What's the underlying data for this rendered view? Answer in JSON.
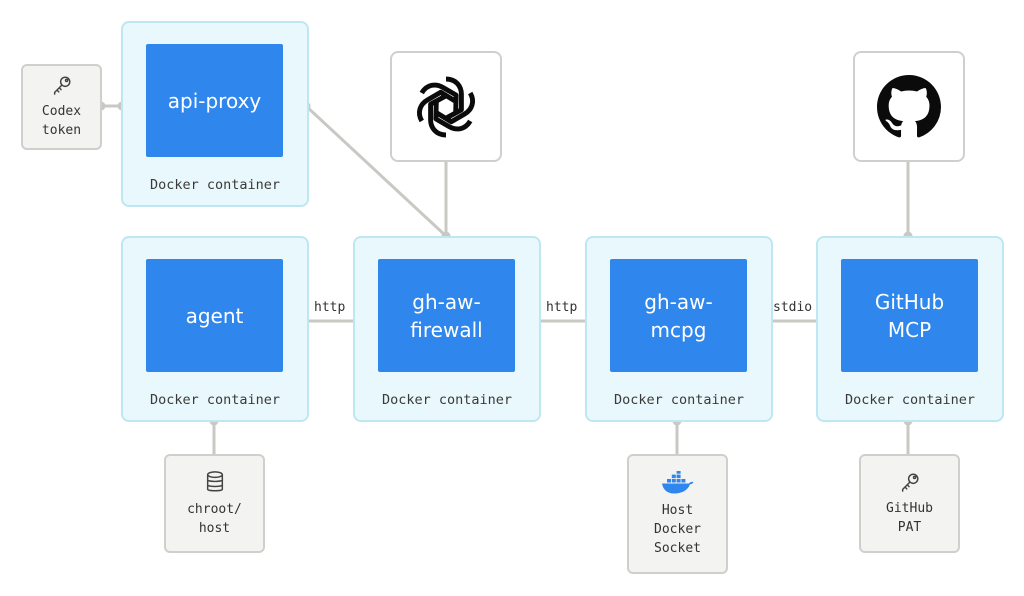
{
  "diagram": {
    "containers": {
      "api_proxy": {
        "title": "api-proxy",
        "caption": "Docker container"
      },
      "agent": {
        "title": "agent",
        "caption": "Docker container"
      },
      "firewall": {
        "title": "gh-aw-\nfirewall",
        "caption": "Docker container"
      },
      "mcpg": {
        "title": "gh-aw-\nmcpg",
        "caption": "Docker container"
      },
      "github_mcp": {
        "title": "GitHub\nMCP",
        "caption": "Docker container"
      }
    },
    "resources": {
      "codex_token": {
        "label": "Codex\ntoken",
        "icon": "key-icon"
      },
      "chroot_host": {
        "label": "chroot/\nhost",
        "icon": "database-icon"
      },
      "docker_socket": {
        "label": "Host\nDocker\nSocket",
        "icon": "docker-whale-icon"
      },
      "github_pat": {
        "label": "GitHub\nPAT",
        "icon": "key-icon"
      }
    },
    "logos": {
      "openai": {
        "icon": "openai-logo-icon"
      },
      "github": {
        "icon": "github-logo-icon"
      }
    },
    "connections": {
      "agent_firewall": "http",
      "firewall_mcpg": "http",
      "mcpg_github": "stdio"
    },
    "colors": {
      "accent_blue": "#2f86ec",
      "container_fill": "#e9f8fc",
      "container_border": "#bfe7f1",
      "wire": "#c9c9c4",
      "resource_fill": "#f3f3f1"
    }
  }
}
